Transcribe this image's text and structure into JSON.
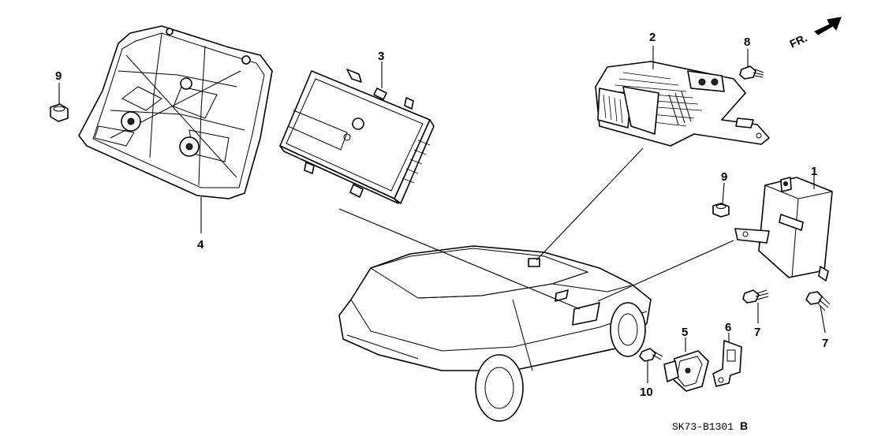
{
  "callouts": {
    "c1": "1",
    "c2": "2",
    "c3": "3",
    "c4": "4",
    "c5": "5",
    "c6": "6",
    "c7a": "7",
    "c7b": "7",
    "c8": "8",
    "c9a": "9",
    "c9b": "9",
    "c10": "10"
  },
  "direction_label": "FR.",
  "diagram_code": "SK73-B1301",
  "diagram_suffix": "B"
}
